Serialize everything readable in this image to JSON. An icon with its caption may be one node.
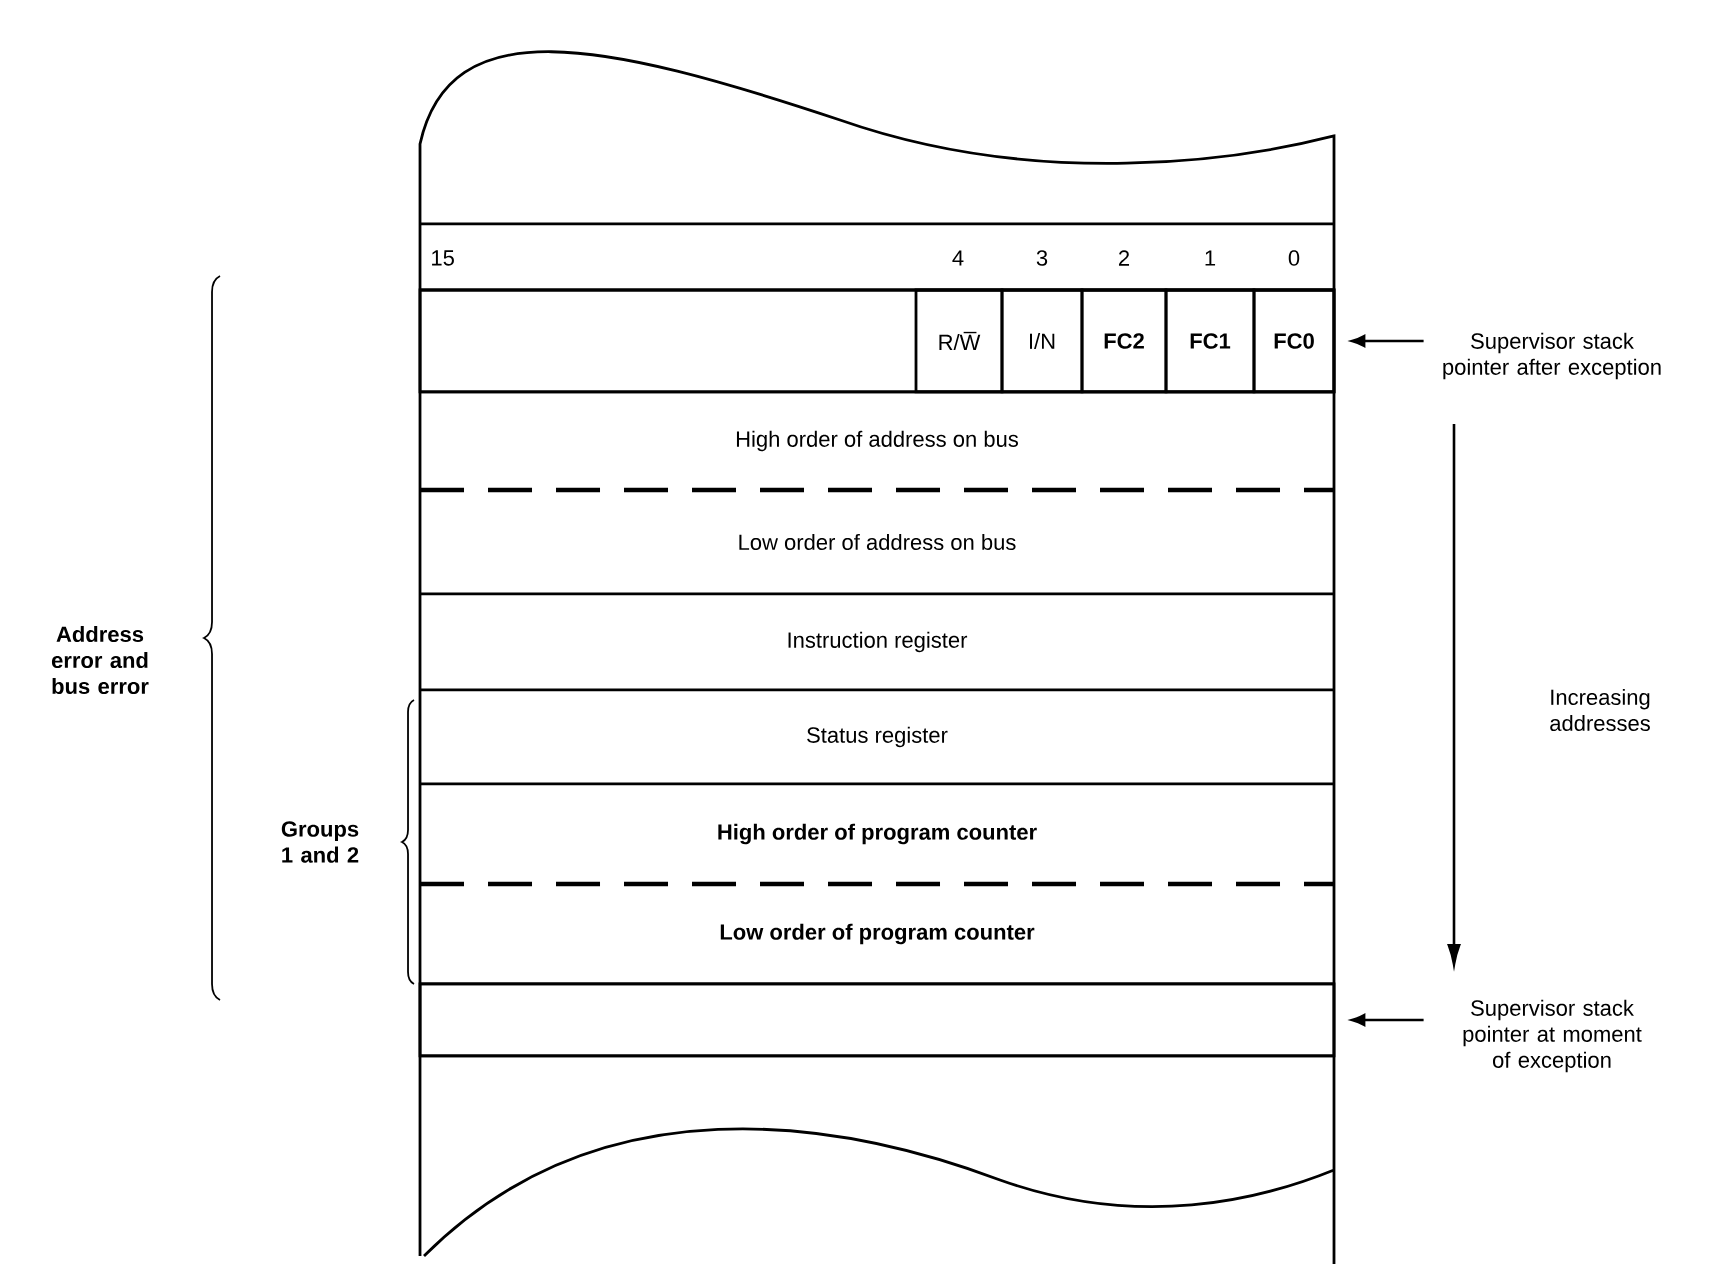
{
  "diagram": {
    "nodes": [
      {
        "text": [],
        "shape": "box"
      },
      {
        "text": [
          "R/W̅"
        ],
        "in": 0
      },
      {
        "text": [
          "I/N"
        ],
        "in": 0
      },
      {
        "text": [
          "FC2"
        ],
        "in": 0
      },
      {
        "text": [
          "FC1"
        ],
        "in": 0
      },
      {
        "text": [
          "FC0"
        ],
        "in": 0
      },
      {
        "text": [
          "High order of address on bus"
        ]
      },
      {
        "text": [
          "Low order of address on bus"
        ]
      },
      {
        "text": [
          "Instruction register"
        ]
      },
      {
        "text": [
          "Status register"
        ]
      },
      {
        "text": [
          "High order of program counter"
        ]
      },
      {
        "text": [
          "Low order of program counter"
        ]
      },
      {
        "text": [],
        "shape": "box"
      },
      {
        "text": [
          "Supervisor stack pointer after exception"
        ]
      },
      {
        "text": [
          "Supervisor stack pointer at moment of exception"
        ]
      }
    ],
    "edges": [
      {
        "from": 13,
        "to": 0,
        "arrow": "to"
      },
      {
        "from": 14,
        "to": 12,
        "arrow": "to"
      }
    ],
    "labels": [
      "15",
      "4",
      "3",
      "2",
      "1",
      "0",
      "Increasing addresses",
      "Address error and bus error",
      "Groups 1 and 2"
    ]
  }
}
